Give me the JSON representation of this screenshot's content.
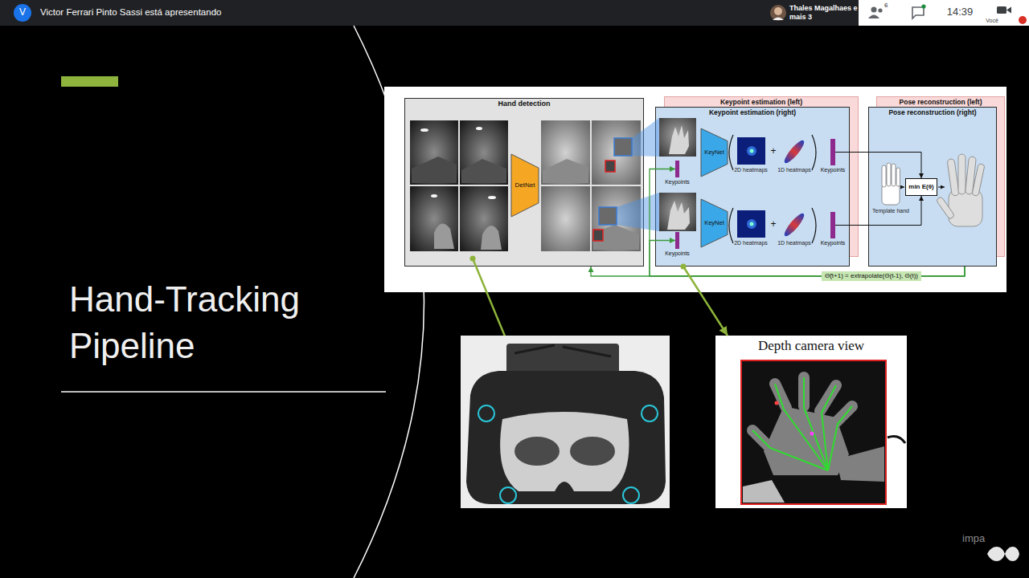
{
  "diagram": {
    "title": "Hand-Tracking Pipeline",
    "nodes": [
      {
        "text": [
          "Hand detection"
        ]
      },
      {
        "text": [
          "DetNet"
        ],
        "in": 0
      },
      {
        "text": [
          "Keypoint estimation (left)"
        ]
      },
      {
        "text": [
          "Keypoint estimation (right)"
        ]
      },
      {
        "text": [
          "Keypoints"
        ],
        "in": 3
      },
      {
        "text": [
          "KeyNet"
        ],
        "in": 3
      },
      {
        "text": [
          "Keypoints"
        ],
        "in": 3
      },
      {
        "text": [
          "Keypoints"
        ],
        "in": 3
      },
      {
        "text": [
          "KeyNet"
        ],
        "in": 3
      },
      {
        "text": [
          "Keypoints"
        ],
        "in": 3
      },
      {
        "text": [
          "Pose reconstruction (left)"
        ]
      },
      {
        "text": [
          "Pose reconstruction (right)"
        ]
      },
      {
        "text": [
          "min E(θ)"
        ],
        "in": 11
      },
      {
        "text": [
          "Depth camera view"
        ]
      }
    ],
    "edges": [
      {
        "from": 6,
        "to": 12,
        "arrow": "to"
      },
      {
        "from": 9,
        "to": 12,
        "arrow": "to"
      },
      {
        "from": 11,
        "to": 0,
        "arrow": "to",
        "label": "Θ̃(t+1) = extrapolate(Θ(t-1), Θ(t))"
      },
      {
        "from": 11,
        "to": 4,
        "arrow": "to"
      },
      {
        "from": 11,
        "to": 7,
        "arrow": "to"
      },
      {
        "from": 3,
        "to": 13,
        "arrow": "to"
      }
    ],
    "labels": [
      "V",
      "Victor Ferrari Pinto Sassi está apresentando",
      "Thales Magalhaes e mais 3",
      "6",
      "14:39",
      "Você",
      "2D heatmaps",
      "+",
      "1D heatmaps",
      "2D heatmaps",
      "+",
      "1D heatmaps",
      "Template hand",
      "impa"
    ]
  }
}
